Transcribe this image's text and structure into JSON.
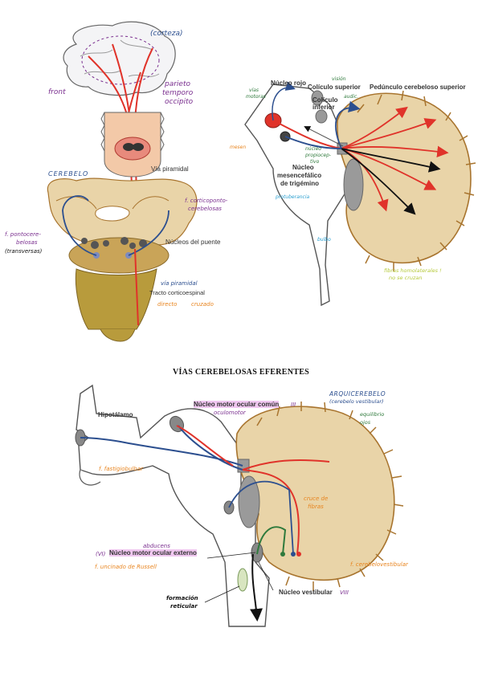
{
  "colors": {
    "cerebellum": "#e9d4a8",
    "cerebellum_edge": "#a8742e",
    "brainstem": "#b89b3c",
    "red": "#e0332a",
    "blue": "#2c4f8f",
    "green": "#2f7a3c",
    "pink": "#e05a8a",
    "purple": "#7a2f8f",
    "orange": "#e8841e",
    "cyan": "#2a9fd0",
    "lime": "#b5c93a"
  },
  "top_left": {
    "corteza": "(corteza)",
    "frontal": "front",
    "parieto": "parieto",
    "temporo": "temporo",
    "occipito": "occipito",
    "via_piramidal": "Vía piramidal",
    "cerebelo": "CEREBELO",
    "corticopontocerebelosas_1": "f. corticoponto-",
    "corticopontocerebelosas_2": "cerebelosas",
    "pontocerebelosas_1": "f. pontocere-",
    "pontocerebelosas_2": "belosas",
    "transversas": "(transversas)",
    "nucleos_puente": "Núcleos del puente",
    "via_piramidal_hw": "vía piramidal",
    "tracto_corticoespinal": "Tracto corticoespinal",
    "directo": "directo",
    "cruzado": "cruzado"
  },
  "top_right": {
    "nucleo_rojo": "Núcleo rojo",
    "colic_sup": "Colículo superior",
    "colic_inf_1": "Colículo",
    "colic_inf_2": "inferior",
    "pedunculo": "Pedúnculo cerebeloso superior",
    "vision": "visión",
    "audicion": "audic.",
    "vias_motoras_1": "vías",
    "vias_motoras_2": "motoras",
    "mesencefalico_1": "Núcleo",
    "mesencefalico_2": "mesencefálico",
    "mesencefalico_3": "de trigémino",
    "nucleo_small_1": "núcleo",
    "nucleo_small_2": "propiocep-",
    "nucleo_small_3": "tivo",
    "mesen": "mesen",
    "protuberancia": "protuberancia",
    "bulbo": "bulbo",
    "fibras_1": "fibras homolaterales !",
    "fibras_2": "no se cruzan"
  },
  "bottom": {
    "title": "VÍAS CEREBELOSAS EFERENTES",
    "hipotalamo": "Hipotálamo",
    "nmoc": "Núcleo motor ocular común",
    "nmoc_num": "III",
    "nmoc_sub": "oculomotor",
    "arqui_1": "ARQUICEREBELO",
    "arqui_2": "(cerebelo vestibular)",
    "equilibrio": "equilibrio",
    "ojos": "ojos",
    "fasciculo": "f. fastigiobulbar",
    "cruce": "cruce de",
    "fibras": "fibras",
    "abducens": "abducens",
    "nmoe_num": "(VI)",
    "nmoe": "Núcleo motor ocular externo",
    "uncinado": "f. uncinado de Russell",
    "cerebelovestibular": "f. cerebelovestibular",
    "formacion_1": "formación",
    "formacion_2": "reticular",
    "nucleo_vestibular": "Núcleo vestibular",
    "nv_num": "VIII"
  }
}
